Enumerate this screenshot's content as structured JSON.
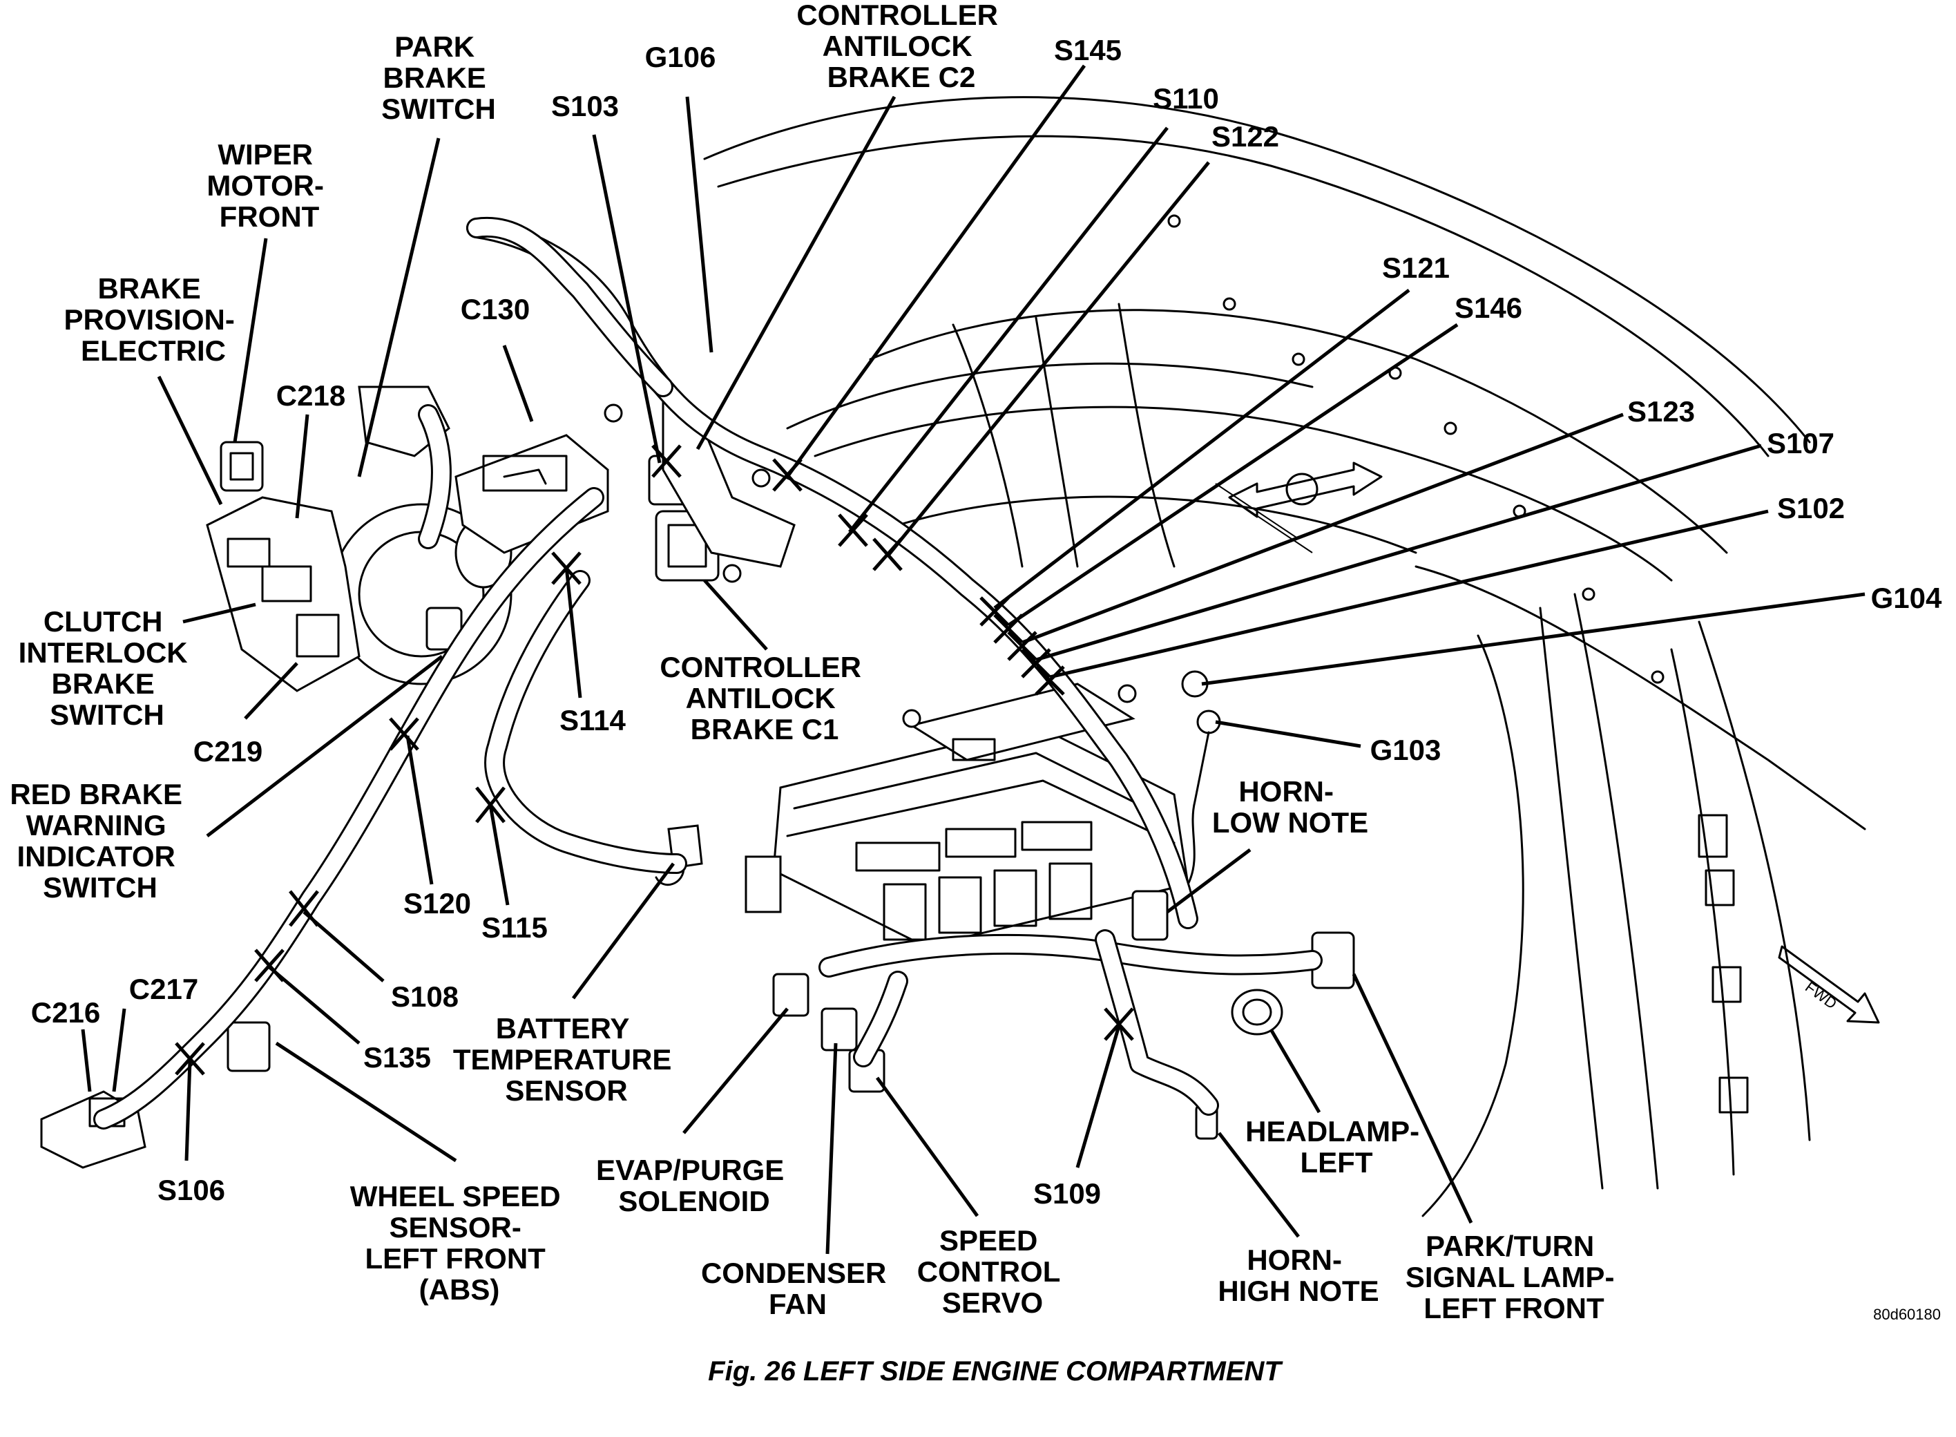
{
  "caption": "Fig. 26 LEFT SIDE ENGINE COMPARTMENT",
  "image_code": "80d60180",
  "labels": {
    "park_brake_switch": [
      "PARK",
      "BRAKE",
      "SWITCH"
    ],
    "controller_antilock_brake_c2": [
      "CONTROLLER",
      "ANTILOCK",
      "BRAKE C2"
    ],
    "g106": [
      "G106"
    ],
    "s145": [
      "S145"
    ],
    "s103": [
      "S103"
    ],
    "s110": [
      "S110"
    ],
    "s122": [
      "S122"
    ],
    "wiper_motor_front": [
      "WIPER",
      "MOTOR-",
      "FRONT"
    ],
    "brake_provision_electric": [
      "BRAKE",
      "PROVISION-",
      "ELECTRIC"
    ],
    "c130": [
      "C130"
    ],
    "s121": [
      "S121"
    ],
    "s146": [
      "S146"
    ],
    "c218": [
      "C218"
    ],
    "s123": [
      "S123"
    ],
    "s107": [
      "S107"
    ],
    "s102": [
      "S102"
    ],
    "g104": [
      "G104"
    ],
    "clutch_interlock_brake_switch": [
      "CLUTCH",
      "INTERLOCK",
      "BRAKE",
      "SWITCH"
    ],
    "controller_antilock_brake_c1": [
      "CONTROLLER",
      "ANTILOCK",
      "BRAKE C1"
    ],
    "s114": [
      "S114"
    ],
    "g103": [
      "G103"
    ],
    "c219": [
      "C219"
    ],
    "red_brake_warning_indicator_switch": [
      "RED BRAKE",
      "WARNING",
      "INDICATOR",
      "SWITCH"
    ],
    "horn_low_note": [
      "HORN-",
      "LOW NOTE"
    ],
    "s120": [
      "S120"
    ],
    "s115": [
      "S115"
    ],
    "s108": [
      "S108"
    ],
    "battery_temperature_sensor": [
      "BATTERY",
      "TEMPERATURE",
      "SENSOR"
    ],
    "c217": [
      "C217"
    ],
    "c216": [
      "C216"
    ],
    "s135": [
      "S135"
    ],
    "evap_purge_solenoid": [
      "EVAP/PURGE",
      "SOLENOID"
    ],
    "headlamp_left": [
      "HEADLAMP-",
      "LEFT"
    ],
    "s109": [
      "S109"
    ],
    "s106": [
      "S106"
    ],
    "wheel_speed_sensor_left_front": [
      "WHEEL SPEED",
      "SENSOR-",
      "LEFT FRONT",
      "(ABS)"
    ],
    "speed_control_servo": [
      "SPEED",
      "CONTROL",
      "SERVO"
    ],
    "park_turn_signal_lamp_left_front": [
      "PARK/TURN",
      "SIGNAL LAMP-",
      "LEFT FRONT"
    ],
    "condenser_fan": [
      "CONDENSER",
      "FAN"
    ],
    "horn_high_note": [
      "HORN-",
      "HIGH NOTE"
    ],
    "fwd_marker": "FWD"
  }
}
